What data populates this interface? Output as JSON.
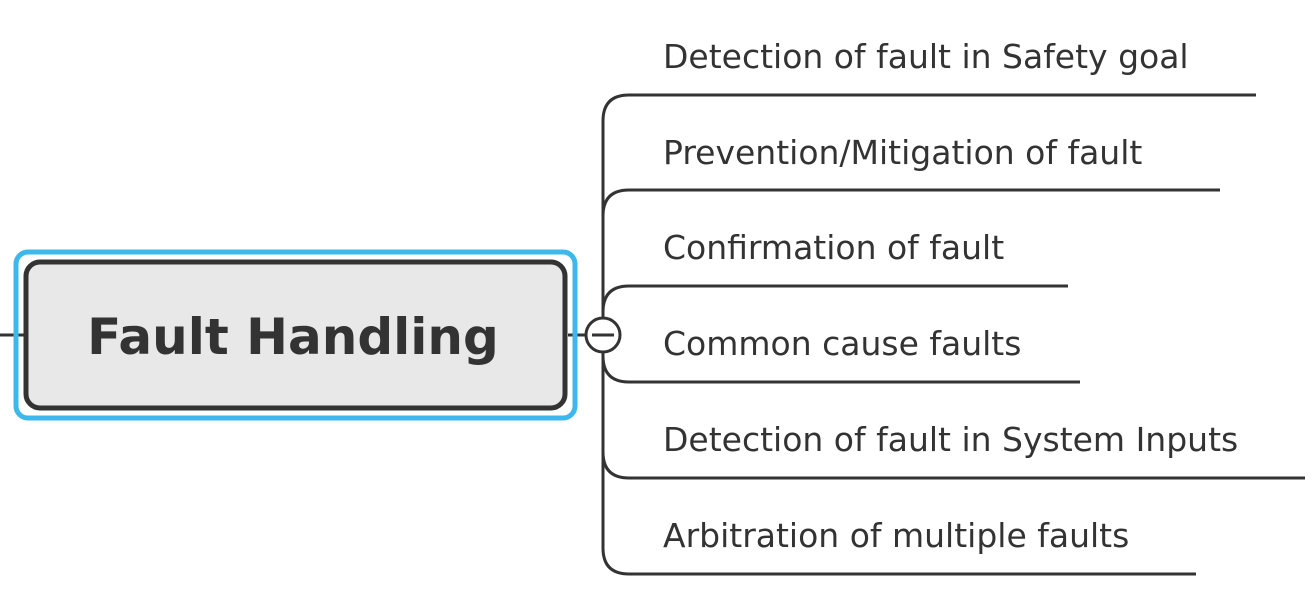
{
  "mindmap": {
    "central_topic": "Fault Handling",
    "branches": [
      "Detection of fault in Safety goal",
      "Prevention/Mitigation of fault",
      "Confirmation of fault",
      "Common cause faults",
      "Detection of fault in System Inputs",
      "Arbitration of multiple faults"
    ],
    "collapse_icon": "minus-circle-icon"
  },
  "colors": {
    "line": "#333333",
    "central_fill": "#e8e8e8",
    "central_border": "#333333",
    "selection": "#3cb8eb",
    "text": "#333333"
  }
}
